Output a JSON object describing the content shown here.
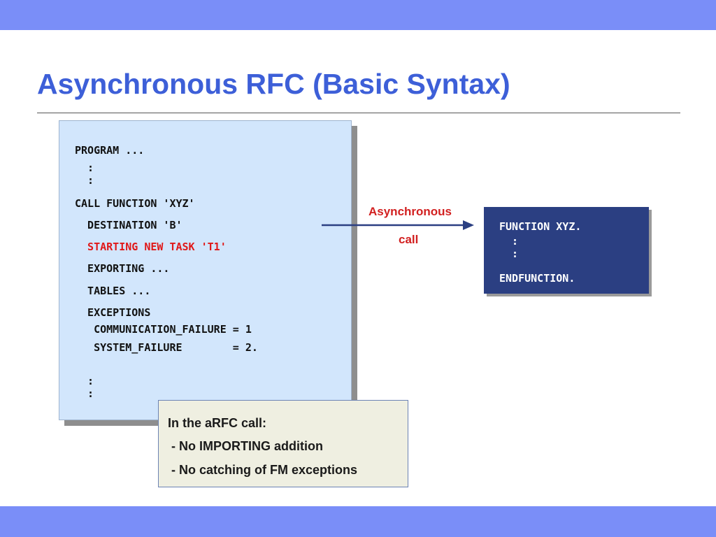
{
  "slide": {
    "title": "Asynchronous RFC (Basic Syntax)"
  },
  "code_box": {
    "lines": [
      {
        "text": "PROGRAM ...",
        "color": "#111111"
      },
      {
        "text": "  :",
        "color": "#111111"
      },
      {
        "text": "  :",
        "color": "#111111"
      },
      {
        "text": "CALL FUNCTION 'XYZ'",
        "color": "#111111"
      },
      {
        "text": "  DESTINATION 'B'",
        "color": "#111111"
      },
      {
        "text": "  STARTING NEW TASK 'T1'",
        "color": "#e01818"
      },
      {
        "text": "  EXPORTING ...",
        "color": "#111111"
      },
      {
        "text": "  TABLES ...",
        "color": "#111111"
      },
      {
        "text": "  EXCEPTIONS",
        "color": "#111111"
      },
      {
        "text": "   COMMUNICATION_FAILURE = 1",
        "color": "#111111"
      },
      {
        "text": "   SYSTEM_FAILURE        = 2.",
        "color": "#111111"
      },
      {
        "text": "  :",
        "color": "#111111"
      },
      {
        "text": "  :",
        "color": "#111111"
      }
    ]
  },
  "arrow": {
    "label_line1": "Asynchronous",
    "label_line2": "call",
    "color": "#2b3f82"
  },
  "function_box": {
    "lines": [
      "FUNCTION XYZ.",
      "  :",
      "  :",
      "ENDFUNCTION."
    ]
  },
  "note": {
    "lines": [
      "In the aRFC call:",
      " - No IMPORTING addition",
      " - No catching of FM exceptions"
    ]
  },
  "colors": {
    "bars": "#7a8ef8",
    "title": "#3d5fd8",
    "highlight": "#e01818",
    "function_box_bg": "#2b3f82"
  }
}
